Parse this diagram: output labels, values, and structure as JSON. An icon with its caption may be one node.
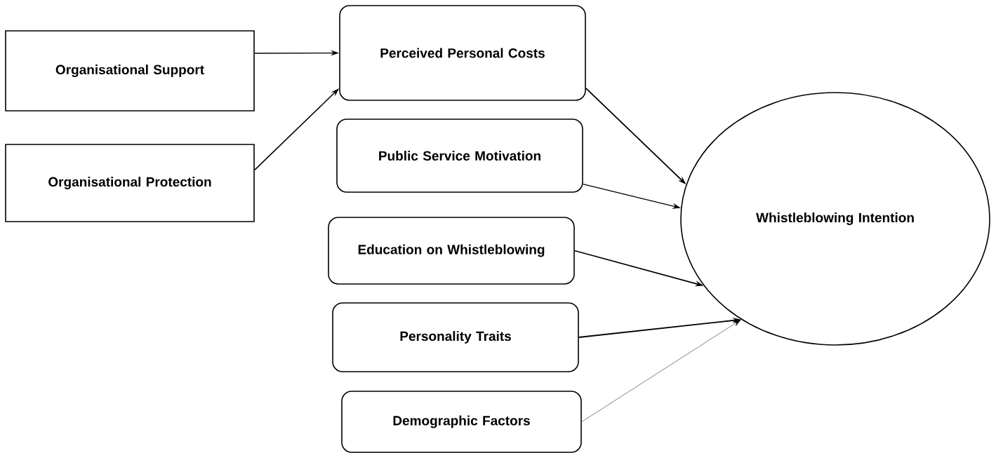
{
  "diagram": {
    "nodes": [
      {
        "text": [
          "Organisational Support"
        ]
      },
      {
        "text": [
          "Organisational Protection"
        ]
      },
      {
        "text": [
          "Perceived Personal Costs"
        ]
      },
      {
        "text": [
          "Public Service Motivation"
        ]
      },
      {
        "text": [
          "Education on Whistleblowing"
        ]
      },
      {
        "text": [
          "Personality Traits"
        ]
      },
      {
        "text": [
          "Demographic Factors"
        ]
      },
      {
        "text": [
          "Whistleblowing Intention"
        ]
      }
    ],
    "edges": [
      {
        "from": 0,
        "to": 2,
        "arrow": "to"
      },
      {
        "from": 1,
        "to": 2,
        "arrow": "to"
      },
      {
        "from": 2,
        "to": 7,
        "arrow": "to"
      },
      {
        "from": 3,
        "to": 7,
        "arrow": "to"
      },
      {
        "from": 4,
        "to": 7,
        "arrow": "to"
      },
      {
        "from": 5,
        "to": 7,
        "arrow": "to"
      },
      {
        "from": 6,
        "to": 7,
        "arrow": "to"
      }
    ]
  }
}
